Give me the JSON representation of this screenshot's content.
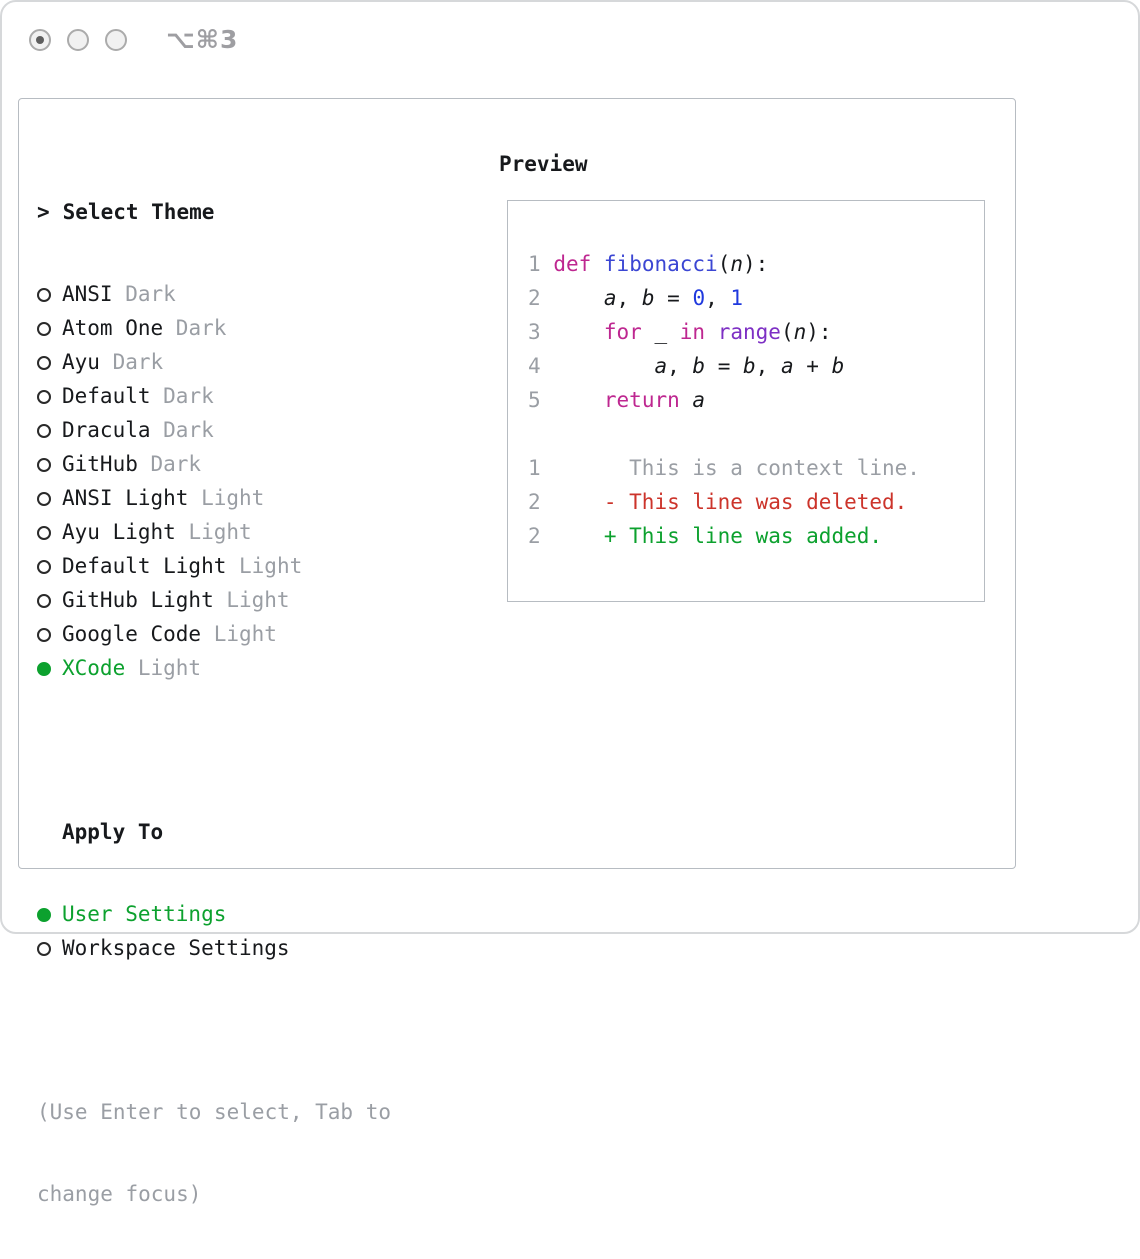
{
  "window": {
    "shortcut": "⌥⌘3"
  },
  "theme_selector": {
    "cursor": ">",
    "title": "Select Theme",
    "themes": [
      {
        "name": "ANSI",
        "variant": "Dark",
        "selected": false
      },
      {
        "name": "Atom One",
        "variant": "Dark",
        "selected": false
      },
      {
        "name": "Ayu",
        "variant": "Dark",
        "selected": false
      },
      {
        "name": "Default",
        "variant": "Dark",
        "selected": false
      },
      {
        "name": "Dracula",
        "variant": "Dark",
        "selected": false
      },
      {
        "name": "GitHub",
        "variant": "Dark",
        "selected": false
      },
      {
        "name": "ANSI Light",
        "variant": "Light",
        "selected": false
      },
      {
        "name": "Ayu Light",
        "variant": "Light",
        "selected": false
      },
      {
        "name": "Default Light",
        "variant": "Light",
        "selected": false
      },
      {
        "name": "GitHub Light",
        "variant": "Light",
        "selected": false
      },
      {
        "name": "Google Code",
        "variant": "Light",
        "selected": false
      },
      {
        "name": "XCode",
        "variant": "Light",
        "selected": true
      }
    ],
    "apply_to": {
      "title": "Apply To",
      "options": [
        {
          "label": "User Settings",
          "selected": true
        },
        {
          "label": "Workspace Settings",
          "selected": false
        }
      ]
    },
    "help_lines": [
      "(Use Enter to select, Tab to",
      "change focus)"
    ]
  },
  "preview": {
    "title": "Preview",
    "code_lines": [
      {
        "number": "1",
        "tokens": [
          {
            "text": "def",
            "type": "keyword"
          },
          {
            "text": " ",
            "type": "plain"
          },
          {
            "text": "fibonacci",
            "type": "function"
          },
          {
            "text": "(",
            "type": "plain"
          },
          {
            "text": "n",
            "type": "variable"
          },
          {
            "text": "):",
            "type": "plain"
          }
        ]
      },
      {
        "number": "2",
        "tokens": [
          {
            "text": "    ",
            "type": "plain"
          },
          {
            "text": "a",
            "type": "variable"
          },
          {
            "text": ", ",
            "type": "plain"
          },
          {
            "text": "b",
            "type": "variable"
          },
          {
            "text": " = ",
            "type": "plain"
          },
          {
            "text": "0",
            "type": "number"
          },
          {
            "text": ", ",
            "type": "plain"
          },
          {
            "text": "1",
            "type": "number"
          }
        ]
      },
      {
        "number": "3",
        "tokens": [
          {
            "text": "    ",
            "type": "plain"
          },
          {
            "text": "for",
            "type": "keyword"
          },
          {
            "text": " _ ",
            "type": "plain"
          },
          {
            "text": "in",
            "type": "keyword"
          },
          {
            "text": " ",
            "type": "plain"
          },
          {
            "text": "range",
            "type": "builtin"
          },
          {
            "text": "(",
            "type": "plain"
          },
          {
            "text": "n",
            "type": "variable"
          },
          {
            "text": "):",
            "type": "plain"
          }
        ]
      },
      {
        "number": "4",
        "tokens": [
          {
            "text": "        ",
            "type": "plain"
          },
          {
            "text": "a",
            "type": "variable"
          },
          {
            "text": ", ",
            "type": "plain"
          },
          {
            "text": "b",
            "type": "variable"
          },
          {
            "text": " = ",
            "type": "plain"
          },
          {
            "text": "b",
            "type": "variable"
          },
          {
            "text": ", ",
            "type": "plain"
          },
          {
            "text": "a",
            "type": "variable"
          },
          {
            "text": " + ",
            "type": "plain"
          },
          {
            "text": "b",
            "type": "variable"
          }
        ]
      },
      {
        "number": "5",
        "tokens": [
          {
            "text": "    ",
            "type": "plain"
          },
          {
            "text": "return",
            "type": "keyword"
          },
          {
            "text": " ",
            "type": "plain"
          },
          {
            "text": "a",
            "type": "variable"
          }
        ]
      }
    ],
    "diff_lines": [
      {
        "number": "1",
        "sign": "",
        "text": "This is a context line.",
        "kind": "context"
      },
      {
        "number": "2",
        "sign": "-",
        "text": "This line was deleted.",
        "kind": "deleted"
      },
      {
        "number": "2",
        "sign": "+",
        "text": "This line was added.",
        "kind": "added"
      }
    ]
  },
  "colors": {
    "green": "#0ca12e",
    "red": "#cc342b",
    "muted": "#9a9ea4",
    "text": "#17191c",
    "keyword": "#be2790",
    "function": "#3b46d3",
    "number": "#1f39de",
    "builtin": "#7d2fc4",
    "line_number": "#9a9ea4",
    "border": "#b7bcc2"
  }
}
